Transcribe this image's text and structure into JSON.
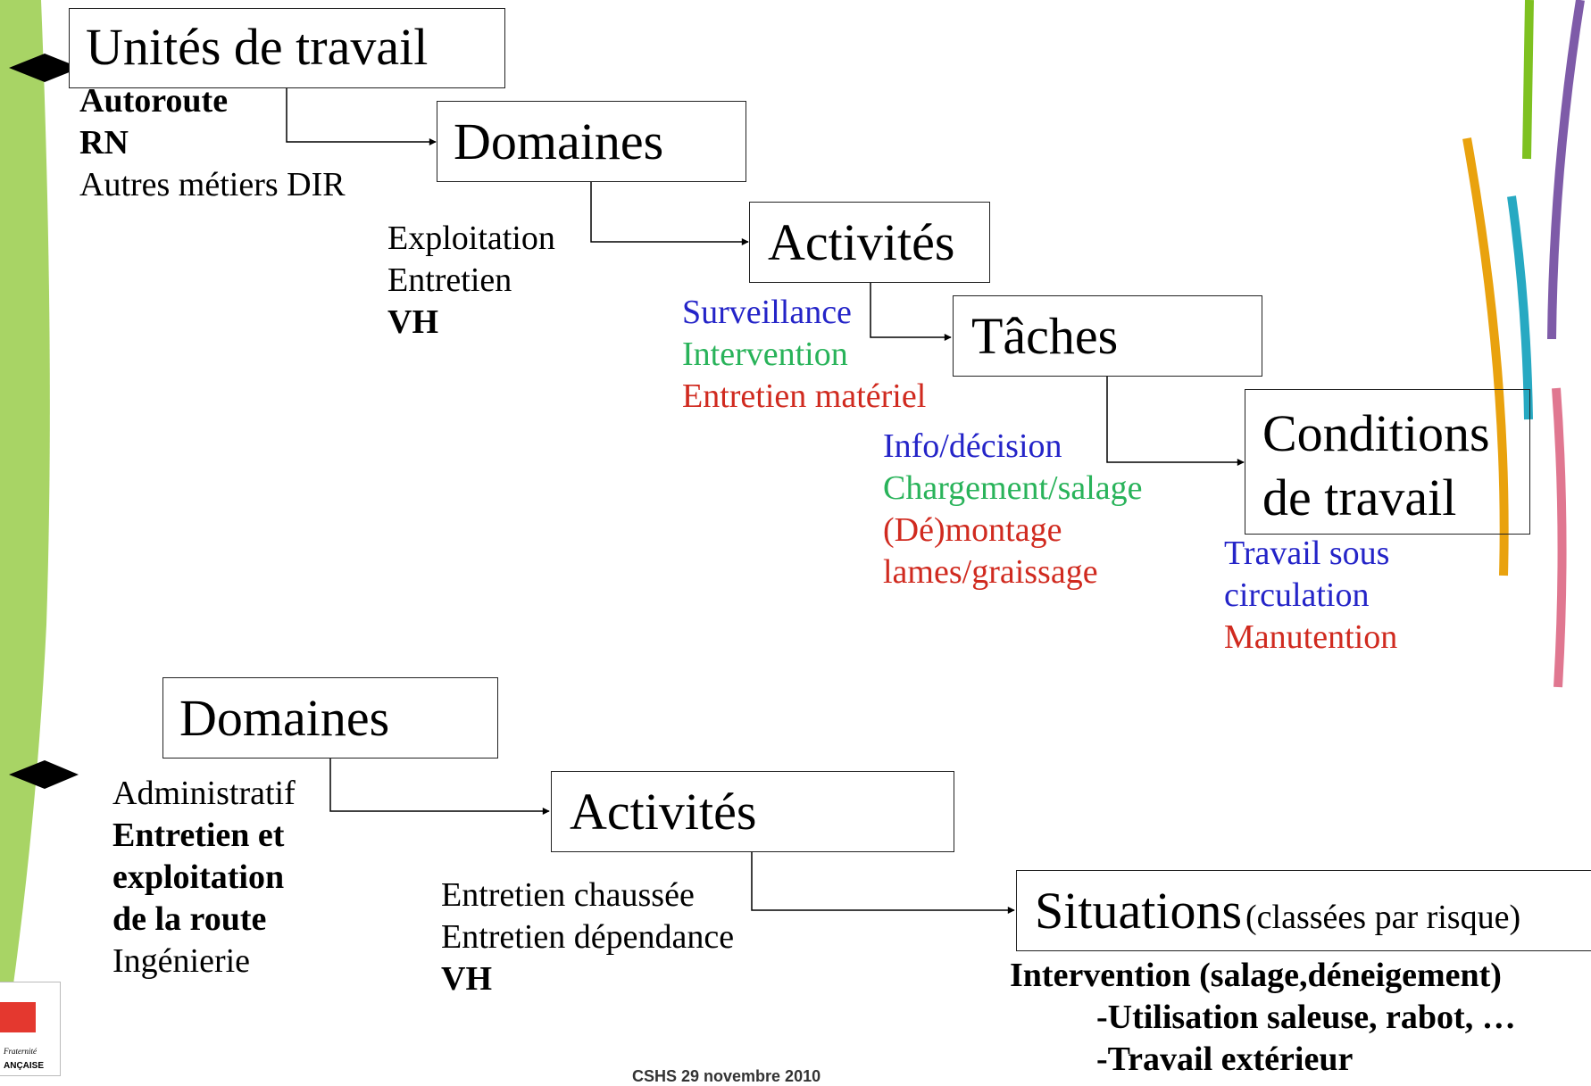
{
  "diagram1": {
    "box_units": "Unités de travail",
    "units_list": [
      "Autoroute",
      "RN",
      "Autres métiers DIR"
    ],
    "box_domains": "Domaines",
    "domains_list": [
      "Exploitation",
      "Entretien",
      "VH"
    ],
    "box_activities": "Activités",
    "activities_list": [
      "Surveillance",
      "Intervention",
      "Entretien matériel"
    ],
    "box_tasks": "Tâches",
    "tasks_list": [
      "Info/décision",
      "Chargement/salage",
      "(Dé)montage",
      "lames/graissage"
    ],
    "box_conditions_line1": "Conditions",
    "box_conditions_line2": "de travail",
    "conditions_list": [
      "Travail sous",
      "circulation",
      "Manutention"
    ]
  },
  "diagram2": {
    "box_domains": "Domaines",
    "domains_list": [
      "Administratif",
      "Entretien et",
      "exploitation",
      "de la route",
      "Ingénierie"
    ],
    "box_activities": "Activités",
    "activities_list": [
      "Entretien chaussée",
      "Entretien dépendance",
      "VH"
    ],
    "box_situations": "Situations",
    "box_situations_note": "(classées par risque)",
    "situations_list": [
      "Intervention (salage,déneigement)",
      "-Utilisation saleuse, rabot, …",
      "-Travail extérieur"
    ]
  },
  "logo": {
    "motto_fragment": "Fraternité",
    "country_fragment": "ANÇAISE"
  },
  "footer_text": "CSHS 29 novembre 2010",
  "colors": {
    "side_band": "#a8d465",
    "blue": "#2424c8",
    "green": "#29b35a",
    "red": "#d02a1f",
    "stripe_green": "#7ec120",
    "stripe_purple": "#7e5ba8",
    "stripe_orange": "#e9a20e",
    "stripe_teal": "#27a9c2",
    "stripe_pink": "#e07790"
  }
}
